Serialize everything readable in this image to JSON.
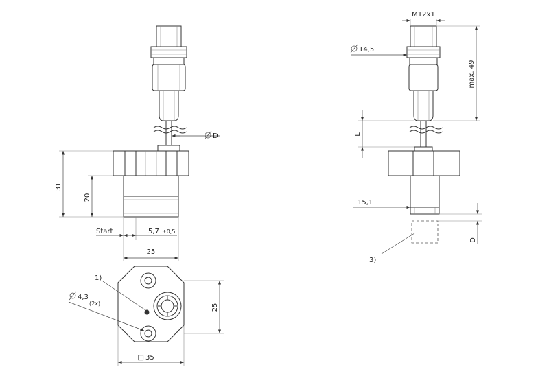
{
  "labels": {
    "dim_31": "31",
    "dim_20": "20",
    "start": "Start",
    "dim_5_7": "5,7",
    "tol_5_7": "±0,5",
    "dim_25_front": "25",
    "dia_d": "D",
    "thread": "M12x1",
    "dia_14_5": "14,5",
    "max_49": "max. 49",
    "len_l": "L",
    "dim_15_1": "15,1",
    "dim_d_side": "D",
    "note_3": "3)",
    "note_1": "1)",
    "hole_dia": "4,3",
    "hole_count": "(2x)",
    "dim_25_top": "25",
    "square": "□",
    "dim_35": "35"
  }
}
